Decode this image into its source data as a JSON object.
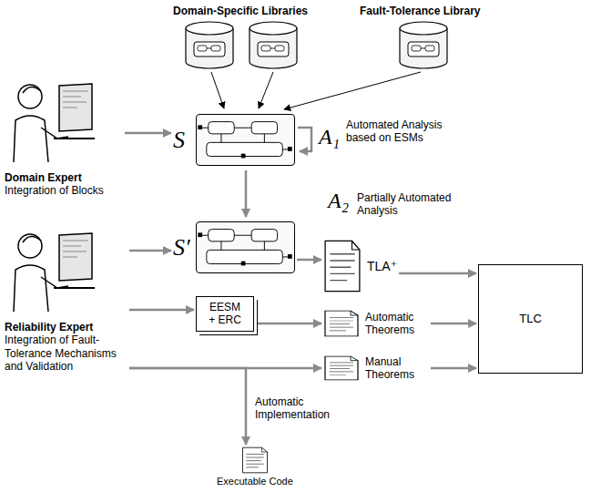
{
  "diagram": {
    "nodes": [
      {
        "text": [
          "Domain Expert",
          "Integration of Blocks"
        ]
      },
      {
        "text": [
          "S"
        ]
      },
      {
        "text": [
          "S′"
        ]
      },
      {
        "text": [
          "Reliability Expert",
          "Integration of Fault-Tolerance Mechanisms and Validation"
        ]
      },
      {
        "text": [
          "TLA⁺"
        ]
      },
      {
        "text": [
          "EESM + ERC"
        ]
      },
      {
        "text": [
          "Automatic Theorems"
        ]
      },
      {
        "text": [
          "Manual Theorems"
        ]
      },
      {
        "text": [
          "TLC"
        ]
      },
      {
        "text": [
          "Executable Code"
        ]
      }
    ],
    "edges": [
      {
        "from": 0,
        "to": 1,
        "arrow": "to"
      },
      {
        "from": 1,
        "to": 2,
        "arrow": "to"
      },
      {
        "from": 3,
        "to": 2,
        "arrow": "to"
      },
      {
        "from": 2,
        "to": 4,
        "arrow": "to"
      },
      {
        "from": 3,
        "to": 5,
        "arrow": "to"
      },
      {
        "from": 5,
        "to": 6,
        "arrow": "to"
      },
      {
        "from": 3,
        "to": 7,
        "arrow": "to"
      },
      {
        "from": 4,
        "to": 8,
        "arrow": "to"
      },
      {
        "from": 6,
        "to": 8,
        "arrow": "to"
      },
      {
        "from": 7,
        "to": 8,
        "arrow": "to"
      },
      {
        "from": 3,
        "to": 9,
        "arrow": "to"
      }
    ],
    "labels": [
      "Domain-Specific Libraries",
      "Fault-Tolerance Library",
      "A₁",
      "Automated Analysis based on ESMs",
      "A₂",
      "Partially Automated Analysis",
      "Automatic Implementation"
    ]
  }
}
